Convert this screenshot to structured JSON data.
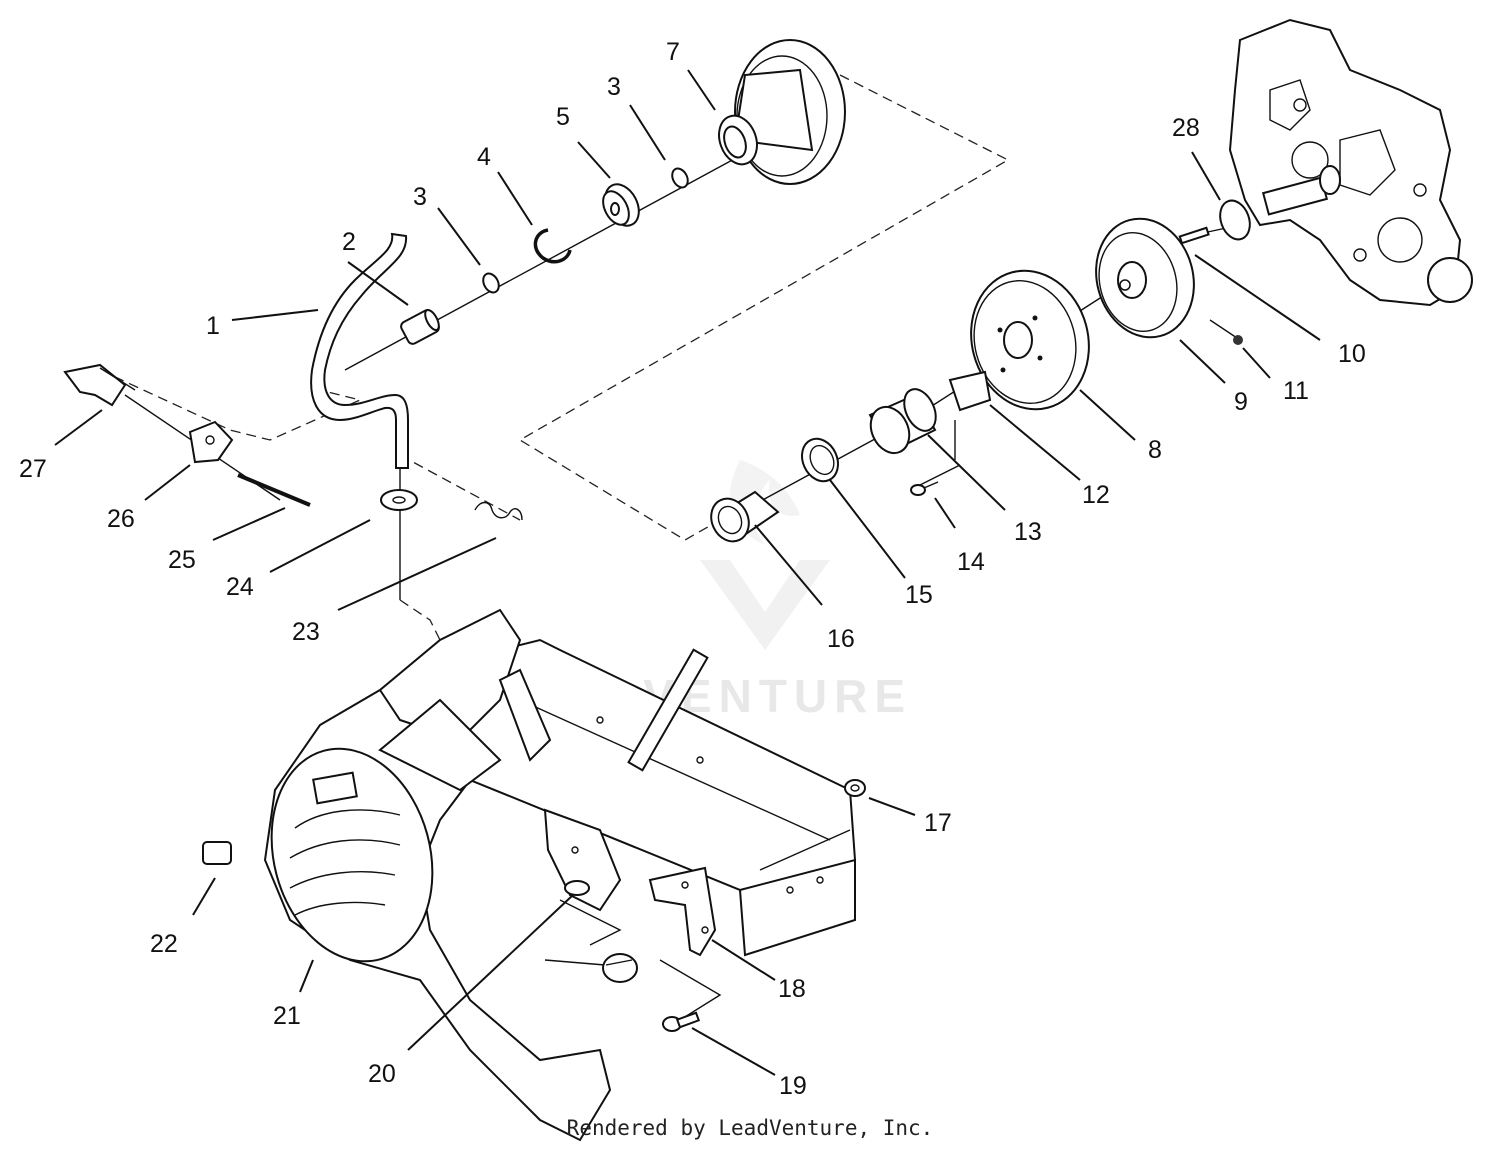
{
  "callouts": [
    {
      "id": "1",
      "label": "1"
    },
    {
      "id": "2",
      "label": "2"
    },
    {
      "id": "3a",
      "label": "3"
    },
    {
      "id": "3b",
      "label": "3"
    },
    {
      "id": "4",
      "label": "4"
    },
    {
      "id": "5",
      "label": "5"
    },
    {
      "id": "7",
      "label": "7"
    },
    {
      "id": "8",
      "label": "8"
    },
    {
      "id": "9",
      "label": "9"
    },
    {
      "id": "10",
      "label": "10"
    },
    {
      "id": "11",
      "label": "11"
    },
    {
      "id": "12",
      "label": "12"
    },
    {
      "id": "13",
      "label": "13"
    },
    {
      "id": "14",
      "label": "14"
    },
    {
      "id": "15",
      "label": "15"
    },
    {
      "id": "16",
      "label": "16"
    },
    {
      "id": "17",
      "label": "17"
    },
    {
      "id": "18",
      "label": "18"
    },
    {
      "id": "19",
      "label": "19"
    },
    {
      "id": "20",
      "label": "20"
    },
    {
      "id": "21",
      "label": "21"
    },
    {
      "id": "22",
      "label": "22"
    },
    {
      "id": "23",
      "label": "23"
    },
    {
      "id": "24",
      "label": "24"
    },
    {
      "id": "25",
      "label": "25"
    },
    {
      "id": "26",
      "label": "26"
    },
    {
      "id": "27",
      "label": "27"
    },
    {
      "id": "28",
      "label": "28"
    }
  ],
  "watermark": "LEADVENTURE",
  "footer": "Rendered by LeadVenture, Inc."
}
